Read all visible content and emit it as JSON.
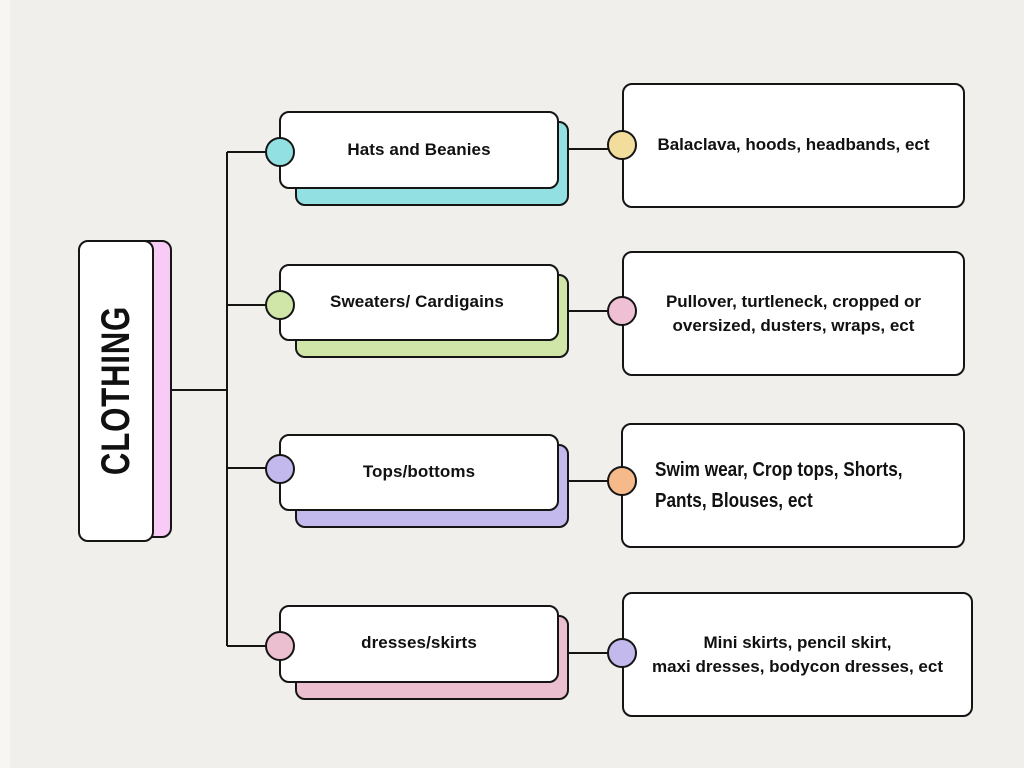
{
  "root": {
    "title": "CLOTHING",
    "accent": "#f8cbf6"
  },
  "branches": [
    {
      "category": "Hats and Beanies",
      "category_color": "#92e0e2",
      "detail": "Balaclava, hoods, headbands, ect",
      "detail_dot_color": "#f3dd9c"
    },
    {
      "category": "Sweaters/ Cardigains",
      "category_color": "#cfe6a8",
      "detail": "Pullover, turtleneck, cropped or\noversized, dusters, wraps, ect",
      "detail_dot_color": "#efc0d4"
    },
    {
      "category": "Tops/bottoms",
      "category_color": "#c3b9ed",
      "detail": "Swim wear, Crop tops, Shorts,\nPants, Blouses, ect",
      "detail_dot_color": "#f5b98a"
    },
    {
      "category": "dresses/skirts",
      "category_color": "#ecbfd0",
      "detail": "Mini skirts, pencil skirt,\nmaxi dresses, bodycon dresses, ect",
      "detail_dot_color": "#c3b9ed"
    }
  ]
}
